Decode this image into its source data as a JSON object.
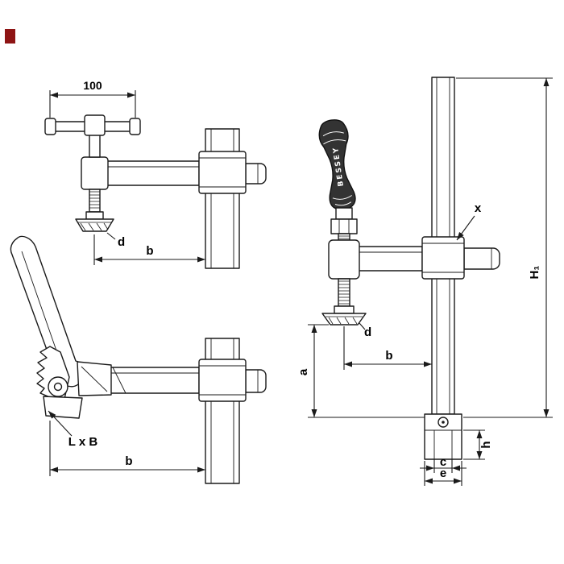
{
  "colors": {
    "line": "#1a1a1a",
    "handle_fill": "#333333",
    "brand_red": "#8e1414"
  },
  "views": {
    "spindle_clamp": {
      "labels": {
        "width_100": "100",
        "pad_d": "d",
        "reach_b": "b"
      }
    },
    "lever_clamp": {
      "labels": {
        "profile_lxb": "L x B",
        "reach_b": "b"
      }
    },
    "main_clamp": {
      "labels": {
        "rail_x": "x",
        "height_h1": "H₁",
        "drop_a": "a",
        "reach_b": "b",
        "pad_d": "d",
        "slot_c": "c",
        "foot_e": "e",
        "foot_h": "h",
        "brand": "BESSEY"
      }
    }
  }
}
